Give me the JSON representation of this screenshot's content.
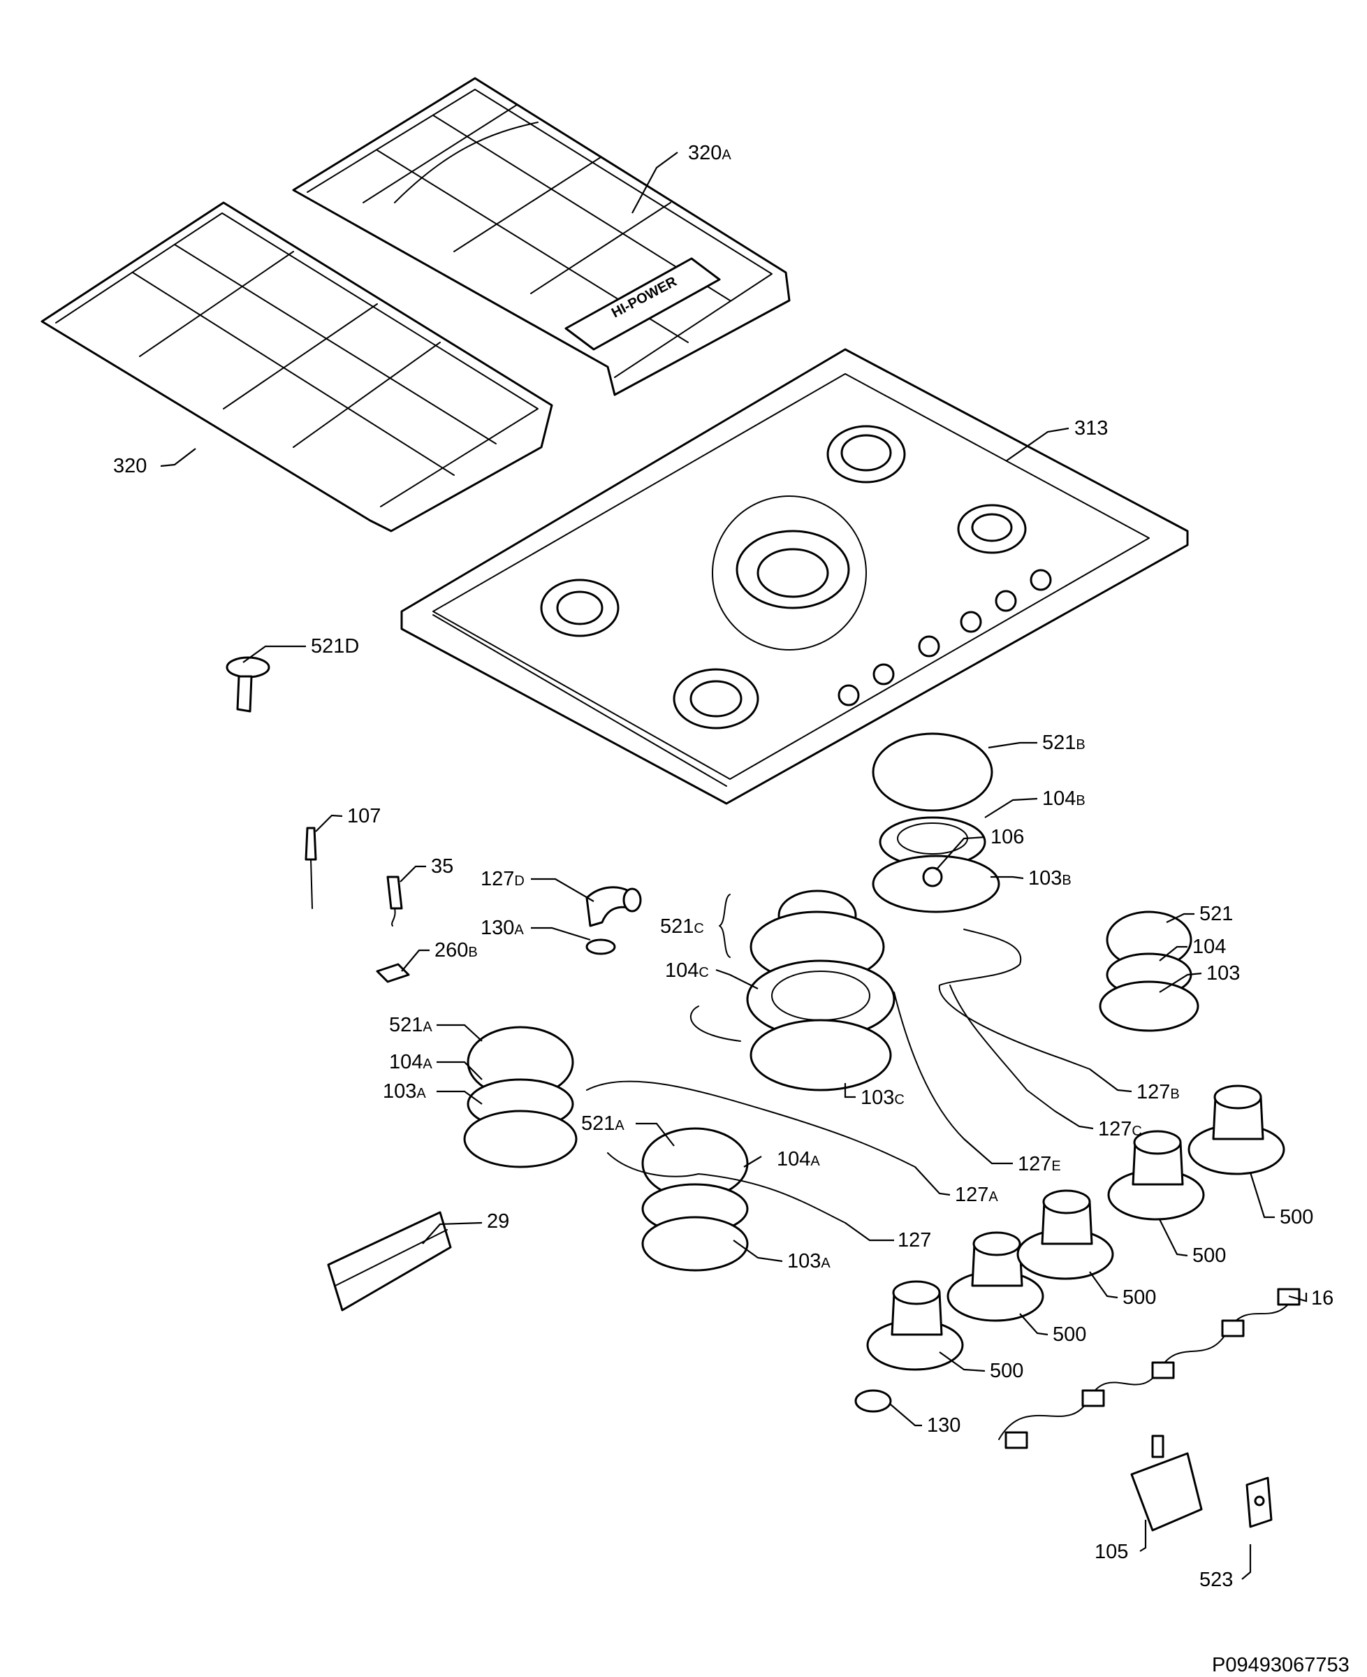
{
  "colors": {
    "line": "#000000",
    "background": "#ffffff"
  },
  "labels": {
    "l320A": {
      "num": "320",
      "suf": "A"
    },
    "l320": {
      "num": "320",
      "suf": ""
    },
    "l313": {
      "num": "313",
      "suf": ""
    },
    "l521D": {
      "num": "521D",
      "suf": ""
    },
    "l521B": {
      "num": "521",
      "suf": "B"
    },
    "l104B": {
      "num": "104",
      "suf": "B"
    },
    "l106": {
      "num": "106",
      "suf": ""
    },
    "l103B": {
      "num": "103",
      "suf": "B"
    },
    "l107": {
      "num": "107",
      "suf": ""
    },
    "l35": {
      "num": "35",
      "suf": ""
    },
    "l127D": {
      "num": "127",
      "suf": "D"
    },
    "l130A": {
      "num": "130",
      "suf": "A"
    },
    "l260B": {
      "num": "260",
      "suf": "B"
    },
    "l521C": {
      "num": "521",
      "suf": "C"
    },
    "l104C": {
      "num": "104",
      "suf": "C"
    },
    "l521": {
      "num": "521",
      "suf": ""
    },
    "l104": {
      "num": "104",
      "suf": ""
    },
    "l103": {
      "num": "103",
      "suf": ""
    },
    "l521A1": {
      "num": "521",
      "suf": "A"
    },
    "l104A1": {
      "num": "104",
      "suf": "A"
    },
    "l103A1": {
      "num": "103",
      "suf": "A"
    },
    "l103C": {
      "num": "103",
      "suf": "C"
    },
    "l127B": {
      "num": "127",
      "suf": "B"
    },
    "l127C": {
      "num": "127",
      "suf": "C"
    },
    "l521A2": {
      "num": "521",
      "suf": "A"
    },
    "l104A2": {
      "num": "104",
      "suf": "A"
    },
    "l127E": {
      "num": "127",
      "suf": "E"
    },
    "l127A": {
      "num": "127",
      "suf": "A"
    },
    "l29": {
      "num": "29",
      "suf": ""
    },
    "l127": {
      "num": "127",
      "suf": ""
    },
    "l103A2": {
      "num": "103",
      "suf": "A"
    },
    "l500a": {
      "num": "500",
      "suf": ""
    },
    "l500b": {
      "num": "500",
      "suf": ""
    },
    "l500c": {
      "num": "500",
      "suf": ""
    },
    "l500d": {
      "num": "500",
      "suf": ""
    },
    "l500e": {
      "num": "500",
      "suf": ""
    },
    "l16": {
      "num": "16",
      "suf": ""
    },
    "l130": {
      "num": "130",
      "suf": ""
    },
    "l105": {
      "num": "105",
      "suf": ""
    },
    "l523": {
      "num": "523",
      "suf": ""
    }
  },
  "grate_logo": "HI-POWER",
  "reference_code": "P09493067753"
}
